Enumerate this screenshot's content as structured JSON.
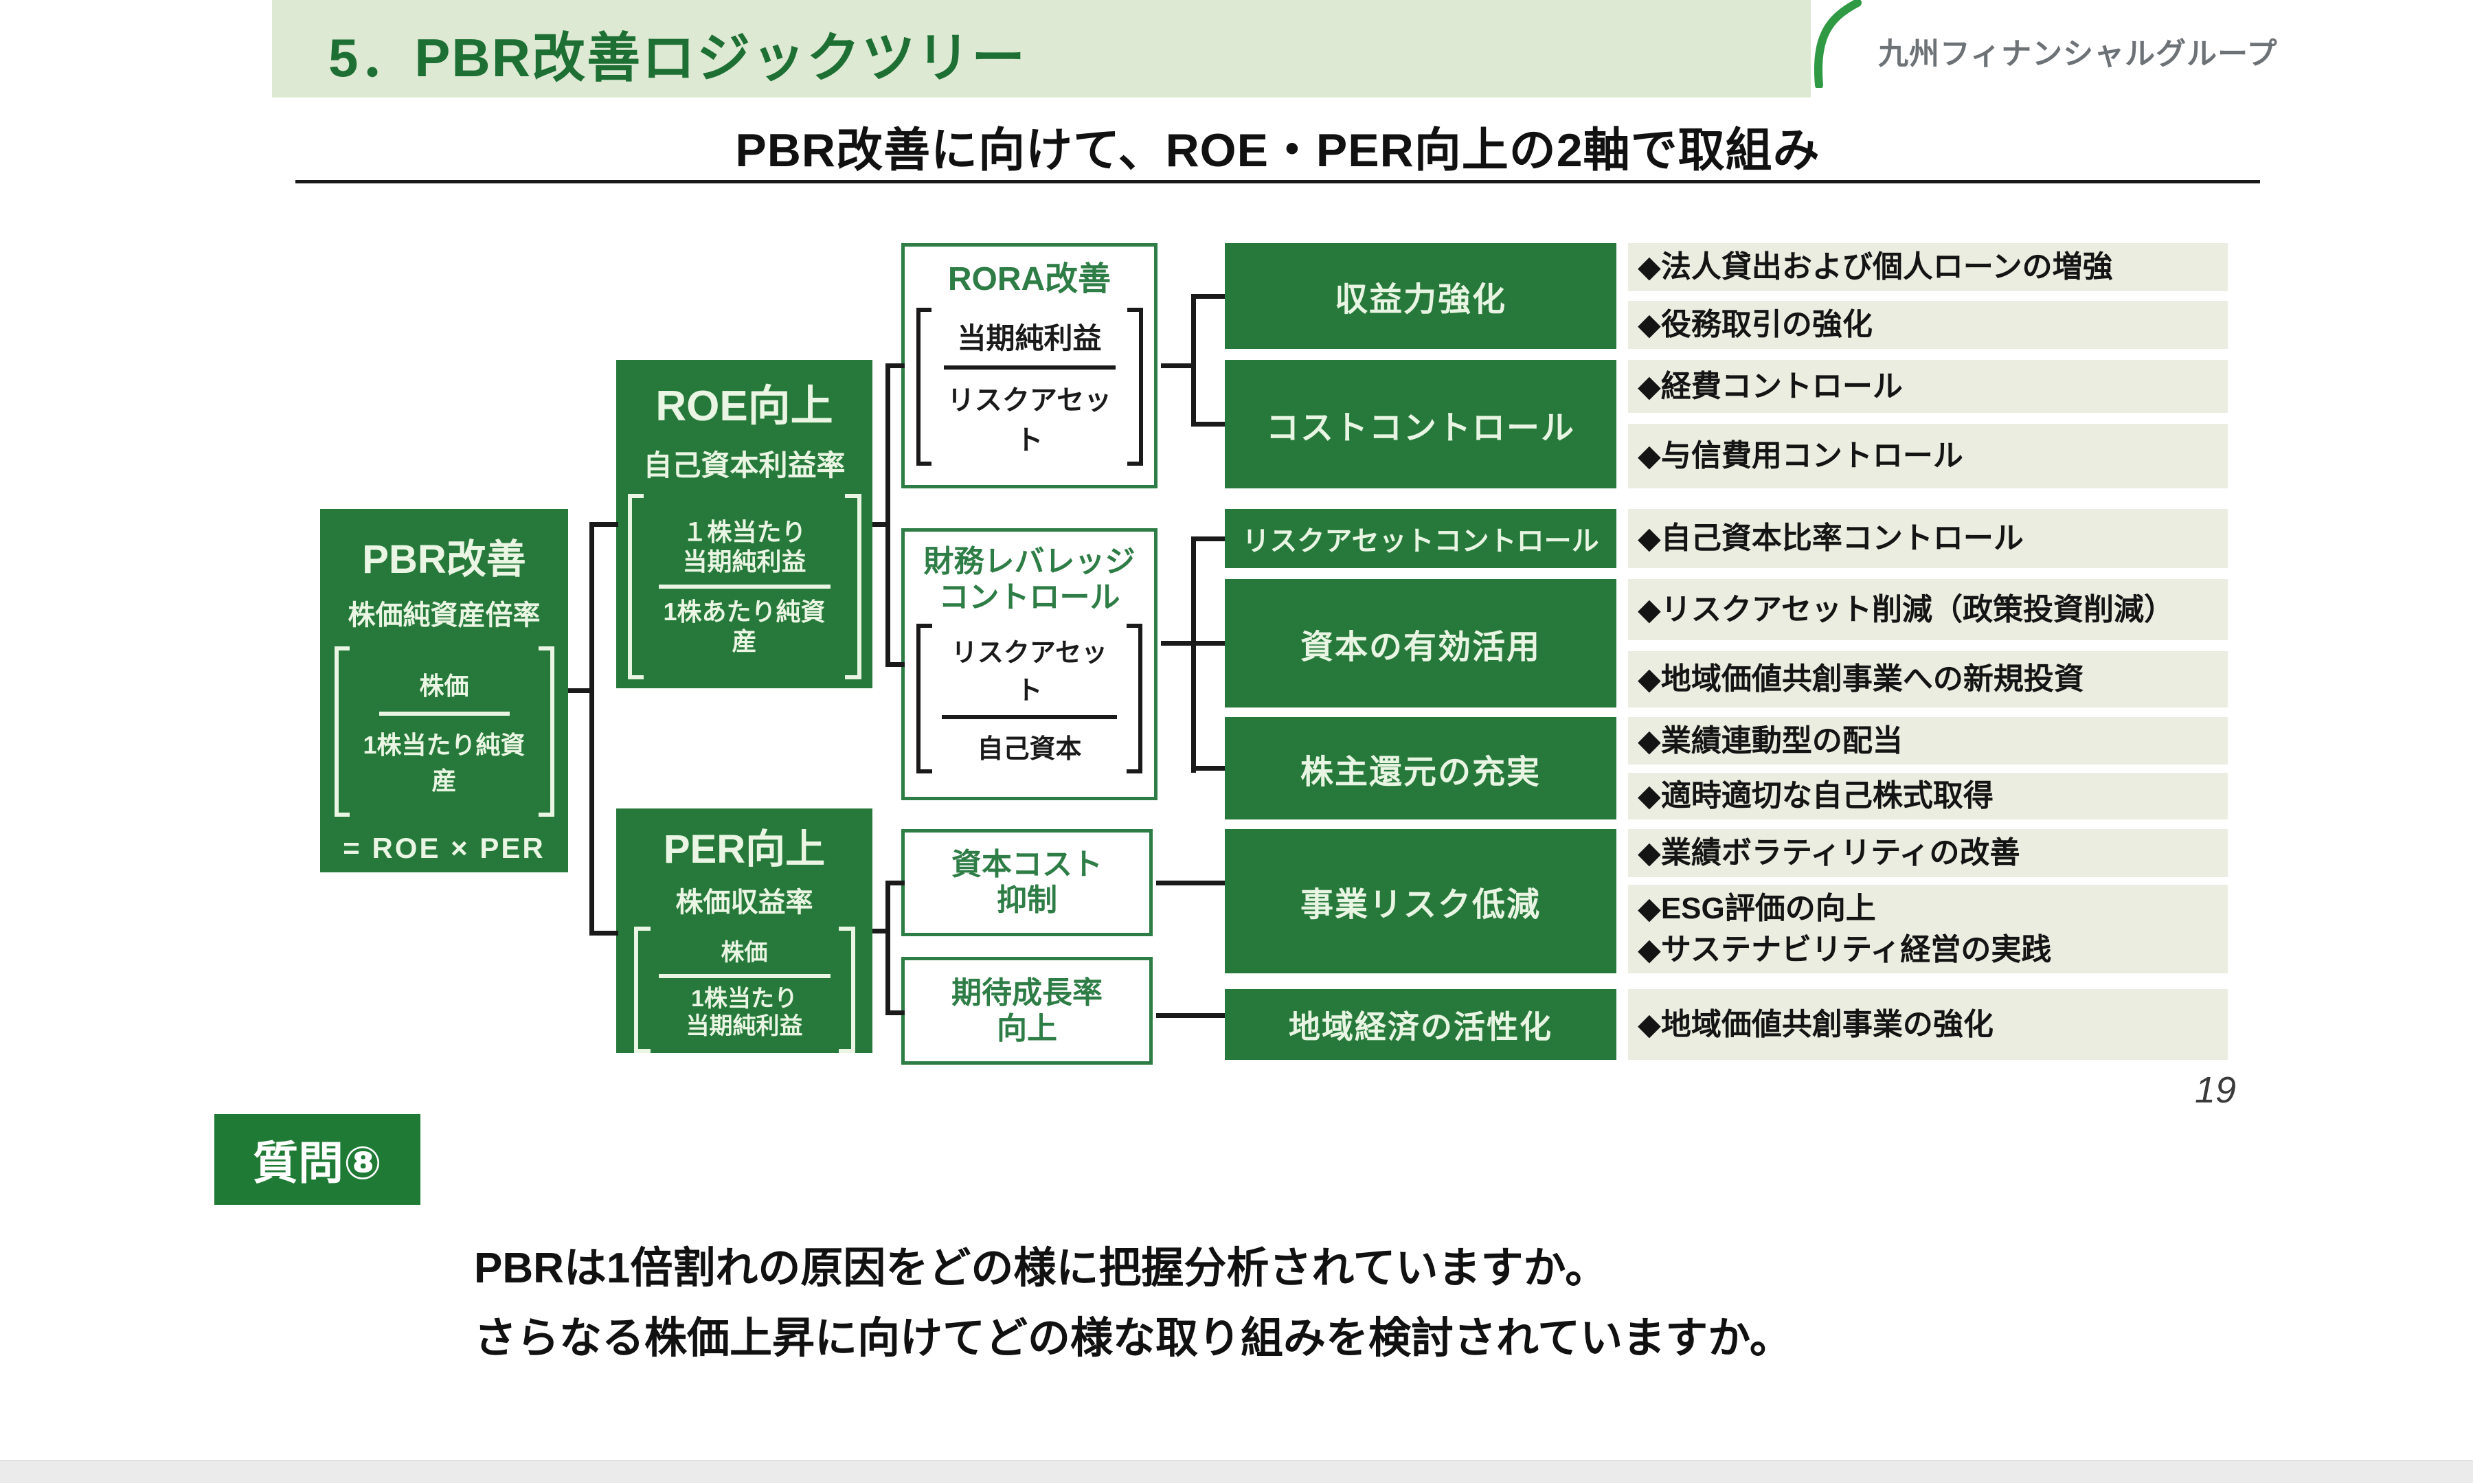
{
  "header": {
    "title": "5．PBR改善ロジックツリー",
    "logo": "九州フィナンシャルグループ"
  },
  "subtitle": "PBR改善に向けて、ROE・PER向上の2軸で取組み",
  "tree": {
    "root": {
      "title": "PBR改善",
      "subtitle": "株価純資産倍率",
      "num": "株価",
      "den": "1株当たり純資産",
      "formula": "= ROE × PER"
    },
    "roe": {
      "title": "ROE向上",
      "subtitle": "自己資本利益率",
      "num1": "１株当たり",
      "num2": "当期純利益",
      "den": "1株あたり純資産"
    },
    "per": {
      "title": "PER向上",
      "subtitle": "株価収益率",
      "num": "株価",
      "den1": "1株当たり",
      "den2": "当期純利益"
    },
    "rora": {
      "title": "RORA改善",
      "num": "当期純利益",
      "den": "リスクアセット"
    },
    "leverage": {
      "title1": "財務レバレッジ",
      "title2": "コントロール",
      "num": "リスクアセット",
      "den": "自己資本"
    },
    "capital_cost": {
      "line1": "資本コスト",
      "line2": "抑制"
    },
    "growth": {
      "line1": "期待成長率",
      "line2": "向上"
    }
  },
  "categories": [
    {
      "label": "収益力強化"
    },
    {
      "label": "コストコントロール"
    },
    {
      "label": "リスクアセットコントロール"
    },
    {
      "label": "資本の有効活用"
    },
    {
      "label": "株主還元の充実"
    },
    {
      "label": "事業リスク低減"
    },
    {
      "label": "地域経済の活性化"
    }
  ],
  "bullets": [
    "◆法人貸出および個人ローンの増強",
    "◆役務取引の強化",
    "◆経費コントロール",
    "◆与信費用コントロール",
    "◆自己資本比率コントロール",
    "◆リスクアセット削減（政策投資削減）",
    "◆地域価値共創事業への新規投資",
    "◆業績連動型の配当",
    "◆適時適切な自己株式取得",
    "◆業績ボラティリティの改善",
    "◆ESG評価の向上",
    "◆サステナビリティ経営の実践",
    "◆地域価値共創事業の強化"
  ],
  "question": {
    "label": "質問⑧",
    "line1": "PBRは1倍割れの原因をどの様に把握分析されていますか。",
    "line2": "さらなる株価上昇に向けてどの様な取り組みを検討されていますか。"
  },
  "page_number": "19",
  "colors": {
    "dark_green": "#26793a",
    "border_green": "#2e7d46",
    "header_band_green": "#dde9d3",
    "header_title_green": "#1e6f33",
    "strip_beige": "#ecede1",
    "logo_gray": "#6d7277",
    "swoosh_green": "#2f9a43"
  }
}
